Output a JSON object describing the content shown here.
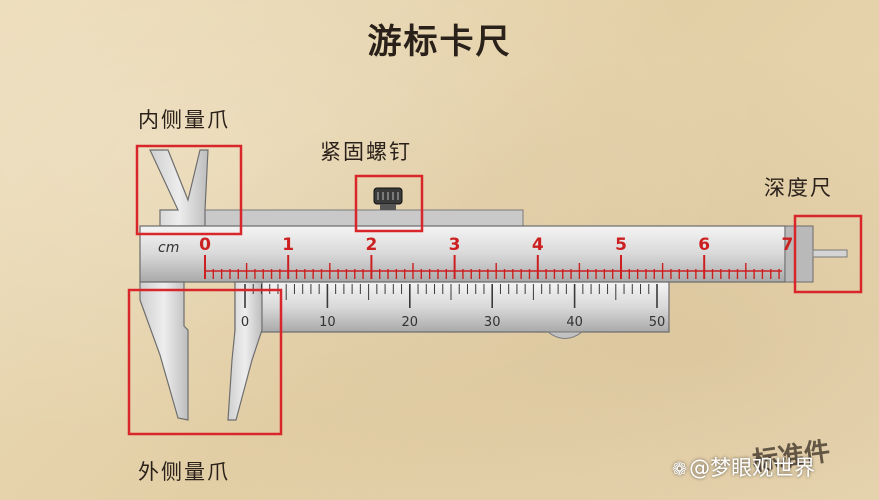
{
  "title": "游标卡尺",
  "labels": {
    "inner_jaws": "内侧量爪",
    "lock_screw": "紧固螺钉",
    "depth_rod": "深度尺",
    "outer_jaws": "外侧量爪"
  },
  "main_scale": {
    "unit": "cm",
    "numbers": [
      "0",
      "1",
      "2",
      "3",
      "4",
      "5",
      "6",
      "7"
    ],
    "color": "#cc1f1f"
  },
  "vernier_scale": {
    "numbers": [
      "0",
      "10",
      "20",
      "30",
      "40",
      "50"
    ]
  },
  "highlight_color": "#d8262a",
  "watermark": "@梦眼观世界",
  "background_text": "标准件"
}
